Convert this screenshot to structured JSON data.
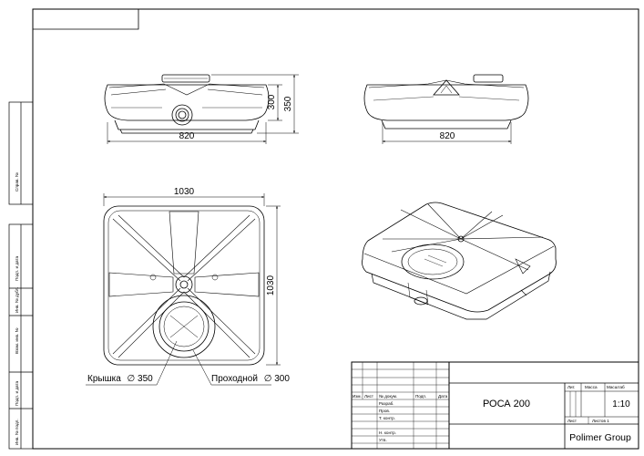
{
  "side_stamps": [
    "Справ. №",
    "Подп. и дата",
    "Инв. № дубл.",
    "Взам. инв. №",
    "Подп. и дата",
    "Инв. № подл."
  ],
  "front_view": {
    "width_dim": "820",
    "height_inner_dim": "300",
    "height_outer_dim": "350"
  },
  "side_view": {
    "width_dim": "820"
  },
  "top_view": {
    "width_dim": "1030",
    "depth_dim": "1030",
    "lid_label": "Крышка",
    "lid_dim": "350",
    "hatch_label": "Проходной",
    "hatch_dim": "300",
    "diameter_symbol": "∅"
  },
  "title_block": {
    "headers": [
      "Изм.",
      "Лист",
      "№ докум.",
      "Подп.",
      "Дата"
    ],
    "roles": [
      "Разраб.",
      "Пров.",
      "Т. контр.",
      "",
      "Н. контр.",
      "Утв."
    ],
    "designation": "РОСА 200",
    "lit_label": "Лит.",
    "mass_label": "Масса",
    "scale_label": "Масштаб",
    "scale_value": "1:10",
    "sheet_label": "Лист",
    "sheets_label": "Листов 1",
    "company": "Polimer Group"
  }
}
